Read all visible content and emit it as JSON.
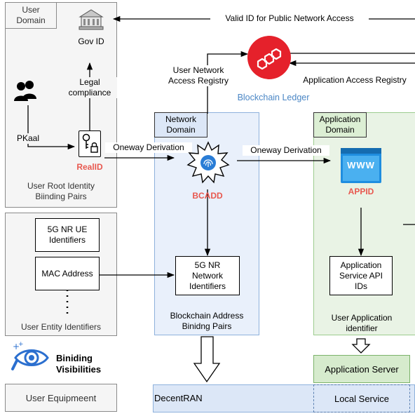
{
  "user_domain": {
    "title": "User\nDomain",
    "gov_id": "Gov ID",
    "legal_compliance": "Legal\ncompliance",
    "pkaal": "PKaal",
    "realid": "RealID",
    "pairs_label": "User Root Identity\nBiinding Pairs"
  },
  "entity": {
    "nr_ue": "5G NR UE\nIdentifiers",
    "mac": "MAC Address",
    "caption": "User Entity Identifiers"
  },
  "visibility": {
    "label": "Biniding\nVisibilities"
  },
  "user_equipment": "User Equipmeent",
  "arrows": {
    "valid_id": "Valid ID for Public Network Access",
    "user_network_registry": "User Network\nAccess Registry",
    "app_access_registry": "Application Access Registry",
    "oneway_left": "Oneway Derivation",
    "oneway_right": "Oneway Derivation"
  },
  "blockchain": {
    "label": "Blockchain Ledger"
  },
  "network_domain": {
    "title": "Network\nDomain",
    "bcadd": "BCADD",
    "nr_network": "5G NR\nNetwork\nIdentifiers",
    "pairs_label": "Blockchain Address\nBinidng Pairs"
  },
  "application_domain": {
    "title": "Application\nDomain",
    "www": "www",
    "appid": "APPID",
    "api_ids": "Application\nService API\nIDs",
    "identifier": "User Application\nidentifier"
  },
  "app_server": "Application Server",
  "decentran": "DecentRAN",
  "local_service": "Local Service",
  "colors": {
    "red_text": "#e8584f",
    "blockchain_red": "#e5212b",
    "blockchain_text": "#4a86c5",
    "network_fill": "#e9f0fb",
    "network_border": "#8eb1dc",
    "app_fill": "#e9f3e5",
    "app_border": "#9ccc8e",
    "gray_fill": "#f5f5f5",
    "gray_border": "#8a8a8a"
  }
}
